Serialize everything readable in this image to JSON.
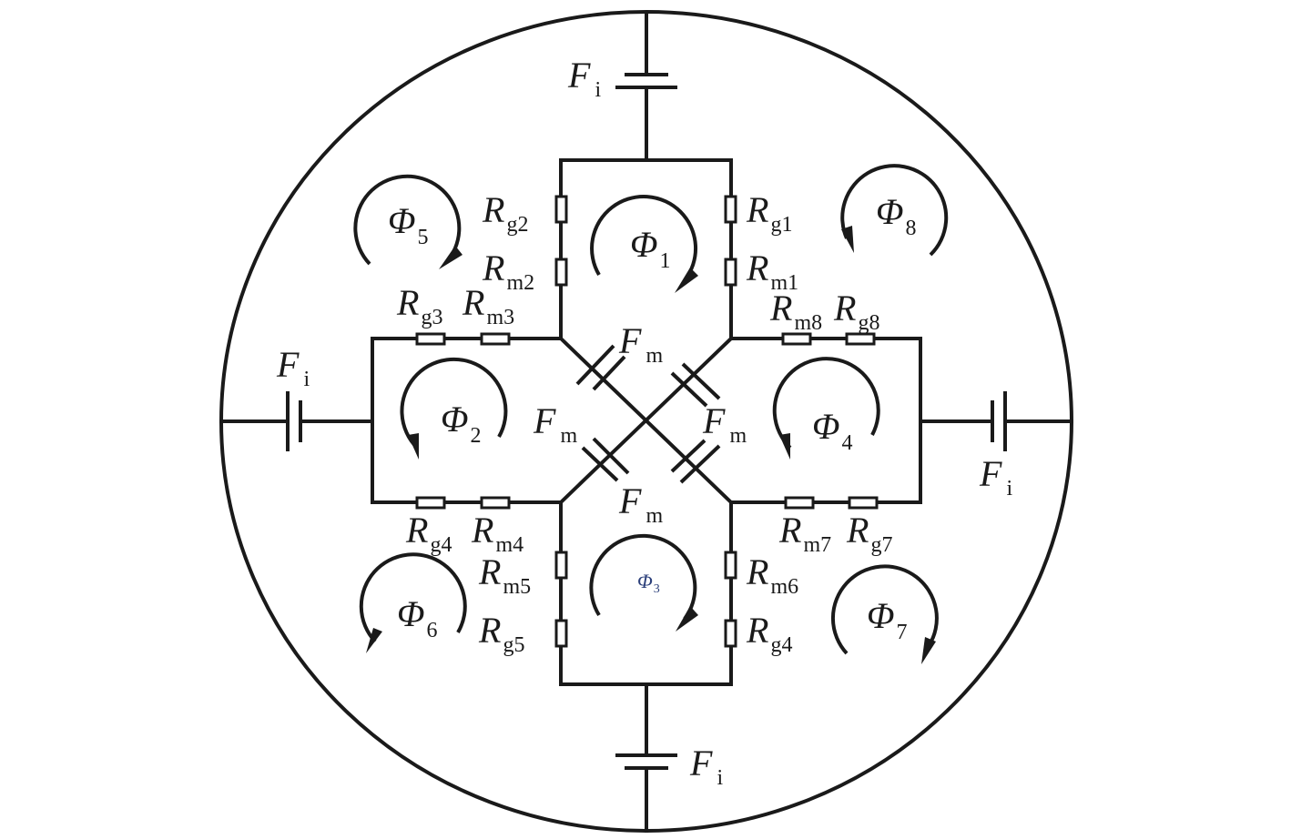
{
  "labels": {
    "fi_top": {
      "main": "F",
      "sub": "i"
    },
    "fi_left": {
      "main": "F",
      "sub": "i"
    },
    "fi_right": {
      "main": "F",
      "sub": "i"
    },
    "fi_bottom": {
      "main": "F",
      "sub": "i"
    },
    "fm_upper": {
      "main": "F",
      "sub": "m"
    },
    "fm_left": {
      "main": "F",
      "sub": "m"
    },
    "fm_right": {
      "main": "F",
      "sub": "m"
    },
    "fm_lower": {
      "main": "F",
      "sub": "m"
    },
    "rg1": {
      "main": "R",
      "sub": "g1"
    },
    "rm1": {
      "main": "R",
      "sub": "m1"
    },
    "rg2": {
      "main": "R",
      "sub": "g2"
    },
    "rm2": {
      "main": "R",
      "sub": "m2"
    },
    "rg3": {
      "main": "R",
      "sub": "g3"
    },
    "rm3": {
      "main": "R",
      "sub": "m3"
    },
    "rg4_left": {
      "main": "R",
      "sub": "g4"
    },
    "rm4": {
      "main": "R",
      "sub": "m4"
    },
    "rm5": {
      "main": "R",
      "sub": "m5"
    },
    "rg5": {
      "main": "R",
      "sub": "g5"
    },
    "rm6": {
      "main": "R",
      "sub": "m6"
    },
    "rg4_right": {
      "main": "R",
      "sub": "g4"
    },
    "rm7": {
      "main": "R",
      "sub": "m7"
    },
    "rg7": {
      "main": "R",
      "sub": "g7"
    },
    "rm8": {
      "main": "R",
      "sub": "m8"
    },
    "rg8": {
      "main": "R",
      "sub": "g8"
    },
    "phi1": {
      "main": "Φ",
      "sub": "1"
    },
    "phi2": {
      "main": "Φ",
      "sub": "2"
    },
    "phi3": {
      "main": "Φ",
      "sub": "3"
    },
    "phi4": {
      "main": "Φ",
      "sub": "4"
    },
    "phi5": {
      "main": "Φ",
      "sub": "5"
    },
    "phi6": {
      "main": "Φ",
      "sub": "6"
    },
    "phi7": {
      "main": "Φ",
      "sub": "7"
    },
    "phi8": {
      "main": "Φ",
      "sub": "8"
    }
  }
}
